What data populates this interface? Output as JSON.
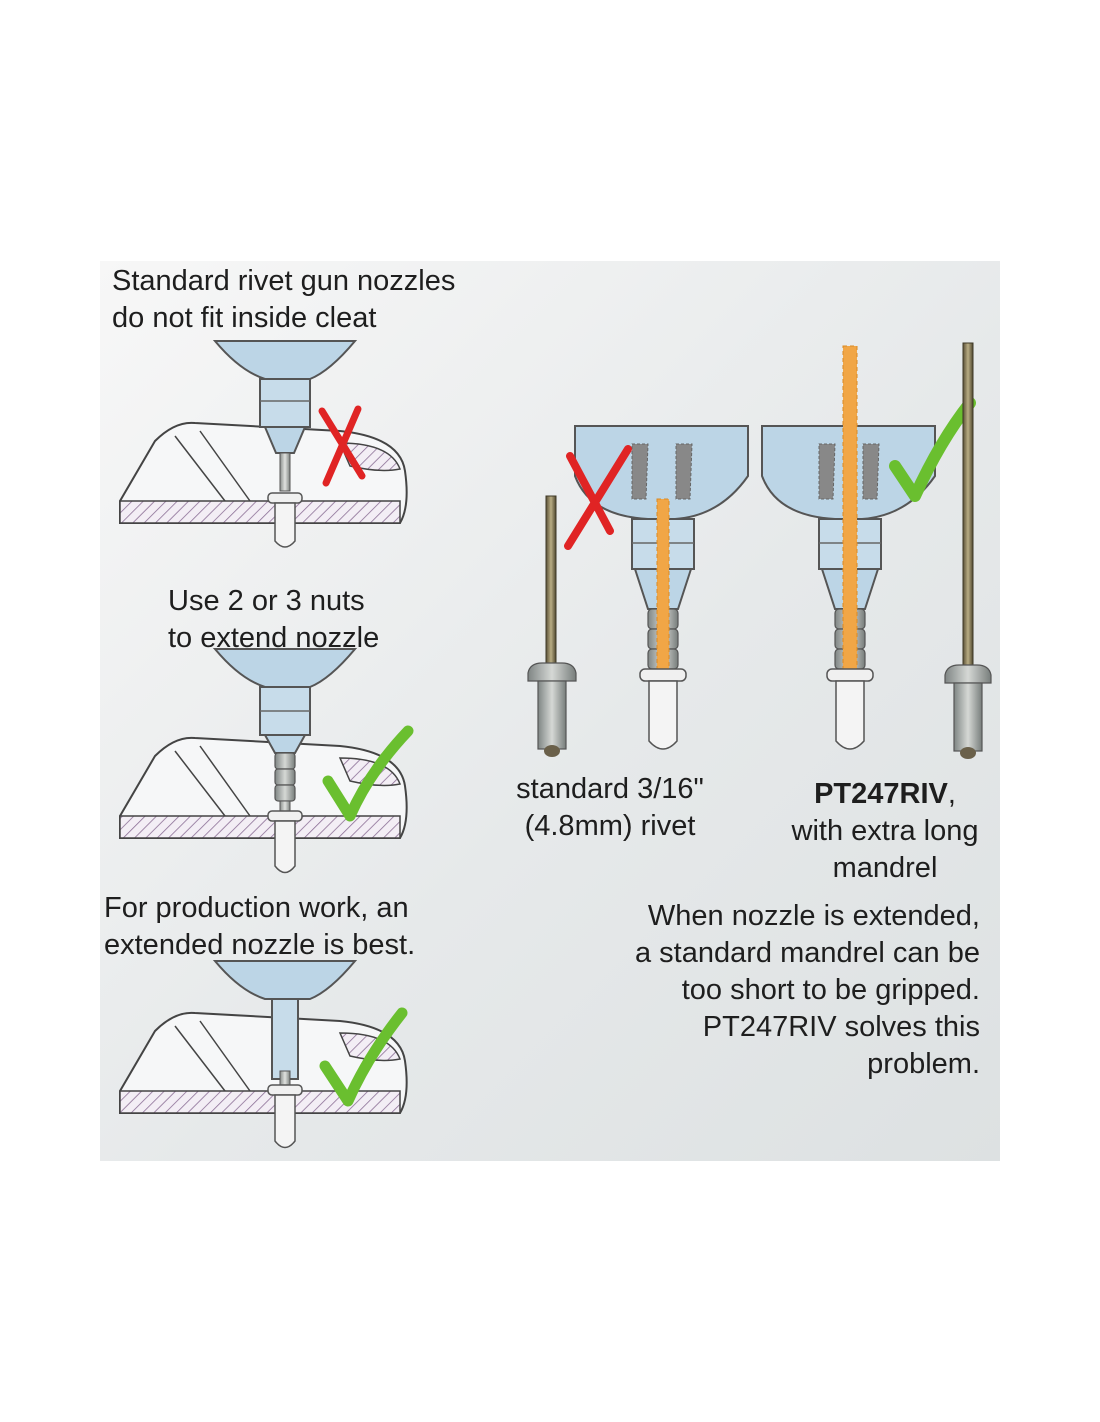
{
  "step1": {
    "line1": "Standard rivet gun nozzles",
    "line2": "do not fit inside cleat"
  },
  "step2": {
    "line1": "Use 2 or 3 nuts",
    "line2": "to extend nozzle"
  },
  "step3": {
    "line1": "For production work, an",
    "line2": "extended nozzle is best."
  },
  "standard_rivet": {
    "line1": "standard 3/16\"",
    "line2": "(4.8mm) rivet"
  },
  "pt247riv": {
    "name": "PT247RIV",
    "suffix": ",",
    "line2": "with extra long",
    "line3": "mandrel"
  },
  "note": {
    "line1": "When nozzle is extended,",
    "line2": "a standard mandrel can be",
    "line3": "too short to be gripped.",
    "line4": "PT247RIV solves this",
    "line5": "problem."
  },
  "icons": [
    "cross-mark-icon",
    "check-mark-icon"
  ],
  "colors": {
    "nozzle": "#bcd5e6",
    "check": "#6abf2f",
    "cross": "#e02424",
    "mandrel_long": "#f1a646",
    "panel": "#eceeef"
  }
}
